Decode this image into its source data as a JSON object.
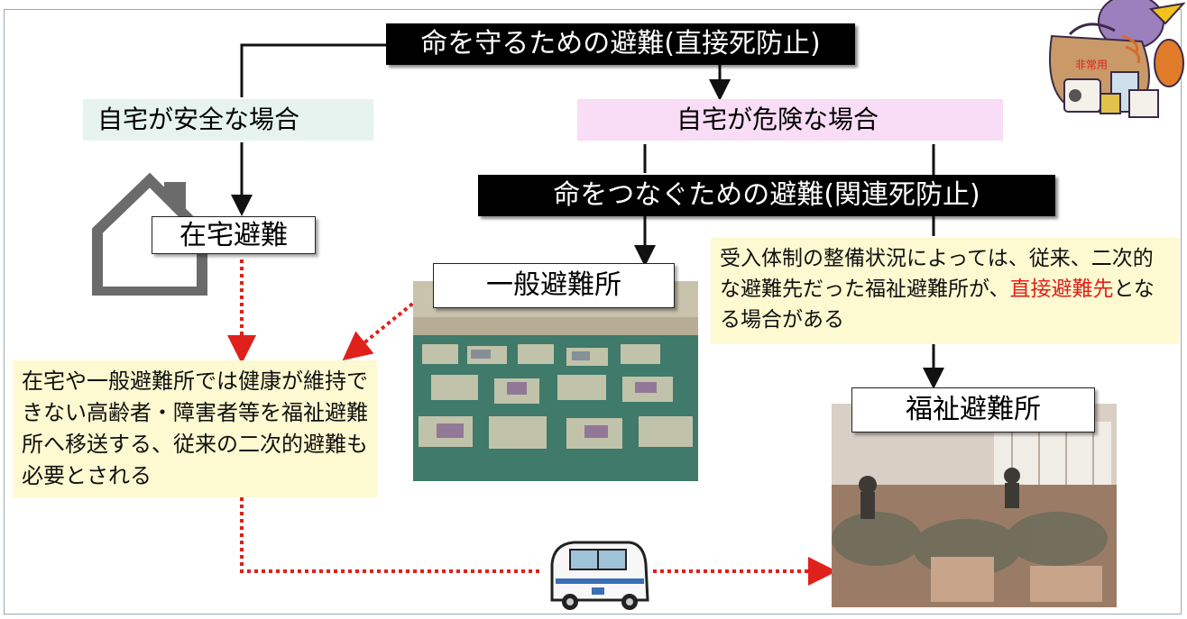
{
  "title": "命を守るための避難(直接死防止)",
  "safe_home_label": "自宅が安全な場合",
  "danger_home_label": "自宅が危険な場合",
  "connect_label": "命をつなぐための避難(関連死防止)",
  "home_evac_label": "在宅避難",
  "general_shelter_label": "一般避難所",
  "welfare_shelter_label": "福祉避難所",
  "right_note": {
    "part1": "受入体制の整備状況によっては、従来、二次的な避難先だった福祉避難所が、",
    "highlight": "直接避難先",
    "part2": "となる場合がある"
  },
  "left_note": "在宅や一般避難所では健康が維持できない高齢者・障害者等を福祉避難所へ移送する、従来の二次的避難も必要とされる",
  "mascot_bag_label": "非常用",
  "colors": {
    "safe_bg": "#e6f3ef",
    "danger_bg": "#f9dcf5",
    "note_bg": "#fdf9d0",
    "highlight": "#e0201b",
    "dotted": "#e0201b"
  }
}
